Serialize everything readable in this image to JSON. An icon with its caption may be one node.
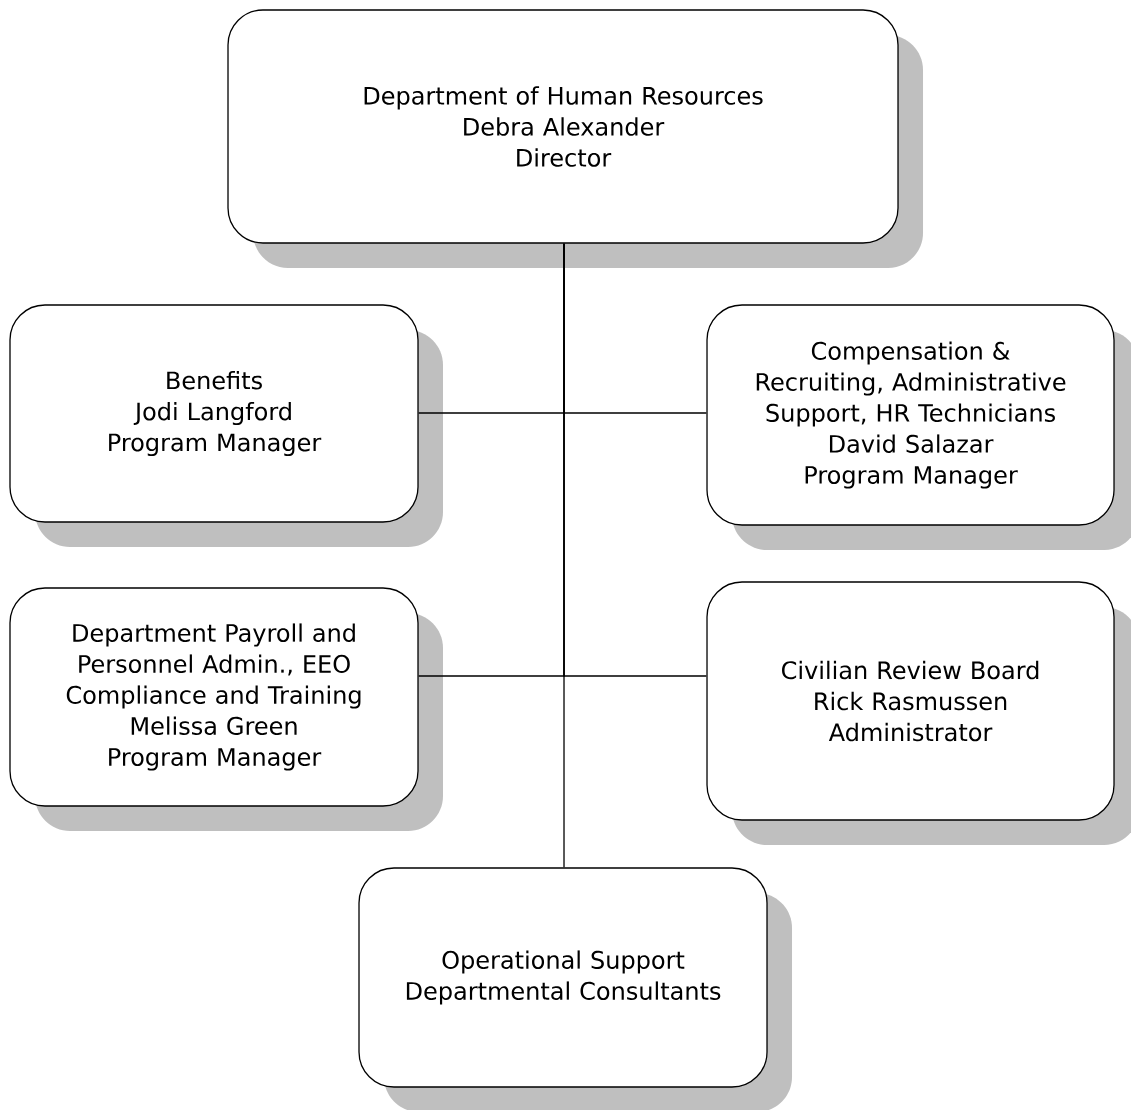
{
  "diagram": {
    "nodes": [
      {
        "text": [
          "Department of Human Resources",
          "Debra Alexander",
          "Director"
        ]
      },
      {
        "text": [
          "Benefits",
          "Jodi Langford",
          "Program Manager"
        ]
      },
      {
        "text": [
          "Compensation & Recruiting, Administrative Support, HR Technicians",
          "David Salazar",
          "Program Manager"
        ]
      },
      {
        "text": [
          "Department Payroll and Personnel Admin., EEO Compliance and Training",
          "Melissa Green",
          "Program Manager"
        ]
      },
      {
        "text": [
          "Civilian Review Board",
          "Rick Rasmussen",
          "Administrator"
        ]
      },
      {
        "text": [
          "Operational Support",
          "Departmental Consultants"
        ]
      }
    ],
    "edges": [
      {
        "from": 0,
        "to": 1,
        "arrow": "none"
      },
      {
        "from": 0,
        "to": 2,
        "arrow": "none"
      },
      {
        "from": 0,
        "to": 3,
        "arrow": "none"
      },
      {
        "from": 0,
        "to": 4,
        "arrow": "none"
      },
      {
        "from": 0,
        "to": 5,
        "arrow": "none"
      }
    ]
  }
}
